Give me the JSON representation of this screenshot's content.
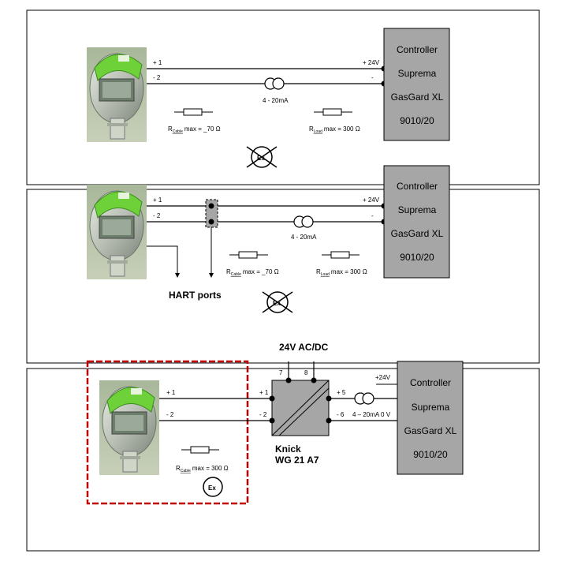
{
  "panel1": {
    "pin_plus": "+ 1",
    "pin_minus": "- 2",
    "supply_plus": "+ 24V",
    "supply_minus": "-",
    "current_label": "4 - 20mA",
    "r_cable": "R",
    "r_cable_sub": "Cable",
    "r_cable_value": "max = _70 Ω",
    "r_load": "R",
    "r_load_sub": "Load",
    "r_load_value": "max = 300 Ω",
    "controller": [
      "Controller",
      "Suprema",
      "GasGard XL",
      "9010/20"
    ],
    "ex_label": "Ex"
  },
  "panel2": {
    "pin_plus": "+ 1",
    "pin_minus": "- 2",
    "supply_plus": "+ 24V",
    "supply_minus": "-",
    "current_label": "4 - 20mA",
    "r_cable": "R",
    "r_cable_sub": "Cable",
    "r_cable_value": "max = _70 Ω",
    "r_load": "R",
    "r_load_sub": "Load",
    "r_load_value": "max = 300 Ω",
    "hart_label": "HART ports",
    "controller": [
      "Controller",
      "Suprema",
      "GasGard XL",
      "9010/20"
    ],
    "ex_label": "Ex",
    "power_label": "24V AC/DC"
  },
  "panel3": {
    "pin_plus": "+ 1",
    "pin_minus": "- 2",
    "isolator_in_plus": "+ 1",
    "isolator_in_minus": "- 2",
    "isolator_out_plus": "+ 5",
    "isolator_out_minus": "- 6",
    "power_pin_a": "7",
    "power_pin_b": "8",
    "supply_plus": "+24V",
    "current_label": "4 – 20mA  0 V",
    "isolator_name": "Knick",
    "isolator_model": "WG 21 A7",
    "r_cable": "R",
    "r_cable_sub": "Cable",
    "r_cable_value": "max = 300 Ω",
    "controller": [
      "Controller",
      "Suprema",
      "GasGard XL",
      "9010/20"
    ],
    "ex_label": "Ex"
  },
  "colors": {
    "controller_fill": "#a6a6a6",
    "isolator_fill": "#a6a6a6",
    "hazard_frame": "#c00000",
    "sensor_green": "#6fd13a",
    "wire": "#000000"
  }
}
